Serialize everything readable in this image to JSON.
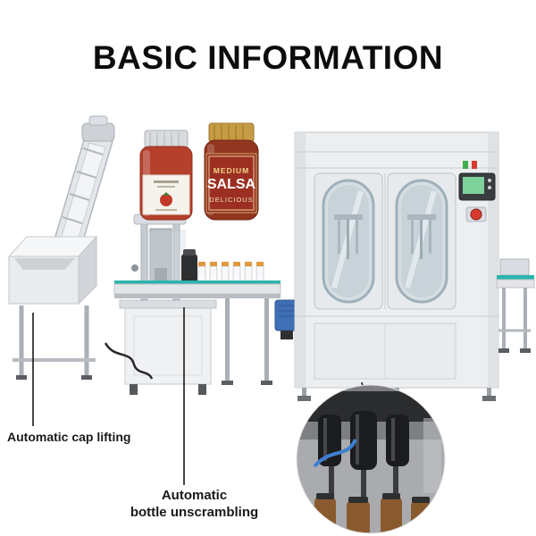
{
  "title": "BASIC INFORMATION",
  "annotations": {
    "cap_lifting": "Automatic cap lifting",
    "bottle_unscrambling": {
      "line1": "Automatic",
      "line2": "bottle unscrambling"
    }
  },
  "jars": {
    "salsa": {
      "heat": "MEDIUM",
      "name": "SALSA",
      "tagline": "DELICIOUS"
    }
  },
  "colors": {
    "background": "#ffffff",
    "title_text": "#0d0d0d",
    "annotation_text": "#1a1a1a",
    "pointer_line": "#1a1a1a",
    "machine_body_gray": "#eceef0",
    "conveyor_teal": "#2ab3ac",
    "motor_blue": "#3f6fb5",
    "sauce_jar_red": "#b5402c",
    "salsa_label_red": "#9c2f22",
    "salsa_lid_gold": "#c79b43",
    "hmi_screen_green": "#7fd19c",
    "emergency_button_red": "#d63a2f"
  }
}
